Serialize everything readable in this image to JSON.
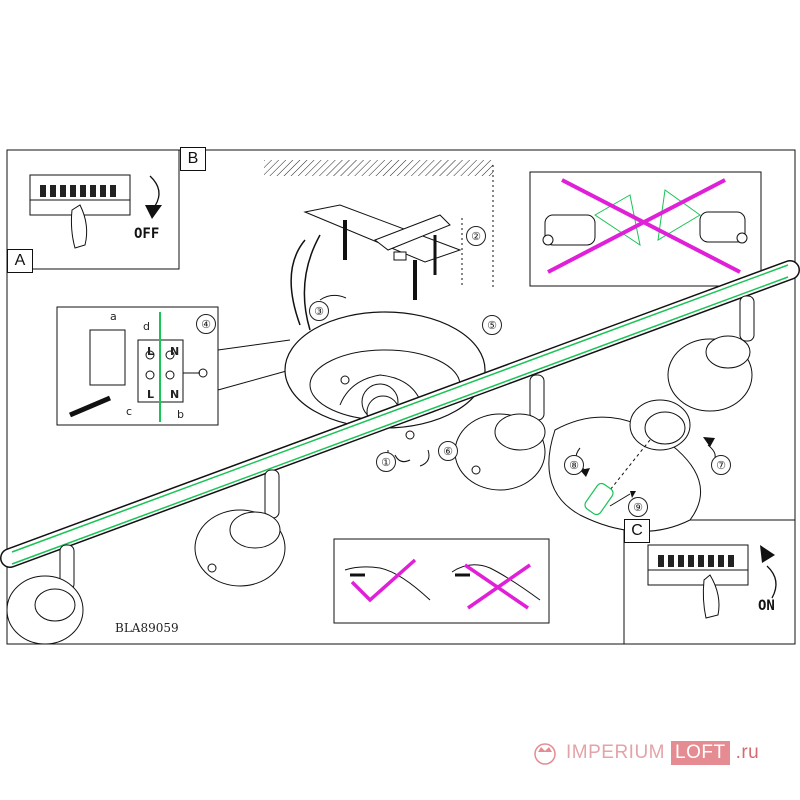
{
  "panels": {
    "a": "A",
    "b": "B",
    "c": "C"
  },
  "steps": [
    "①",
    "②",
    "③",
    "④",
    "⑤",
    "⑥",
    "⑦",
    "⑧",
    "⑨"
  ],
  "switch_off": "OFF",
  "switch_on": "ON",
  "model_code": "BLA89059",
  "wiring": {
    "a": "a",
    "b": "b",
    "c": "c",
    "d": "d",
    "L": "L",
    "N": "N"
  },
  "watermark": {
    "brand": "IMPERIUM",
    "accent": "LOFT",
    "tld": ".ru"
  },
  "colors": {
    "wire_green": "#19c457",
    "cross_magenta": "#e020d8",
    "watermark_pink": "#e58c92"
  }
}
